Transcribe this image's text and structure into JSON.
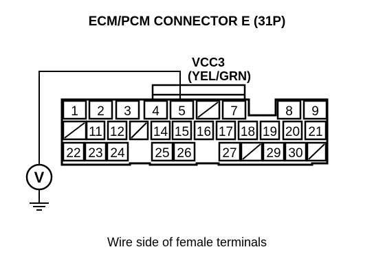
{
  "diagram": {
    "title": "ECM/PCM CONNECTOR E (31P)",
    "caption": "Wire side of female terminals",
    "signal": {
      "name": "VCC3",
      "wire_color": "(YEL/GRN)",
      "pin": "5"
    },
    "meter": {
      "symbol": "V"
    },
    "rows": [
      [
        "1",
        "2",
        "3",
        "4",
        "5",
        "",
        "7",
        "8",
        "9"
      ],
      [
        "",
        "11",
        "12",
        "",
        "14",
        "15",
        "16",
        "17",
        "18",
        "19",
        "20",
        "21"
      ],
      [
        "22",
        "23",
        "24",
        "25",
        "26",
        "27",
        "",
        "29",
        "30",
        ""
      ]
    ]
  }
}
